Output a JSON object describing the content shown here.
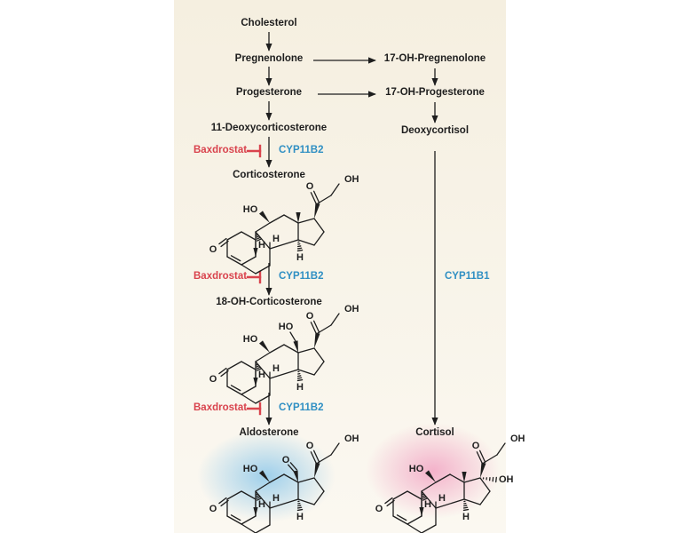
{
  "compounds": {
    "cholesterol": "Cholesterol",
    "pregnenolone": "Pregnenolone",
    "oh17_pregnenolone": "17-OH-Pregnenolone",
    "progesterone": "Progesterone",
    "oh17_progesterone": "17-OH-Progesterone",
    "deoxycorticosterone": "11-Deoxycorticosterone",
    "deoxycortisol": "Deoxycortisol",
    "corticosterone": "Corticosterone",
    "oh18_corticosterone": "18-OH-Corticosterone",
    "aldosterone": "Aldosterone",
    "cortisol": "Cortisol"
  },
  "enzymes": {
    "cyp11b2": "CYP11B2",
    "cyp11b1": "CYP11B1"
  },
  "inhibitor": "Baxdrostat",
  "atoms": {
    "oxygen": "O",
    "hydroxyl": "OH",
    "hydroxyl_left": "HO",
    "hydrogen": "H"
  },
  "colors": {
    "panel_top": "#f5efe0",
    "panel_bottom": "#fbf8f1",
    "arrow": "#1e1e1e",
    "inhibitor": "#d9434d",
    "enzyme": "#2f8fc3",
    "aldosterone_glow": "#8ec8ea",
    "cortisol_glow": "#f2a6c4"
  }
}
